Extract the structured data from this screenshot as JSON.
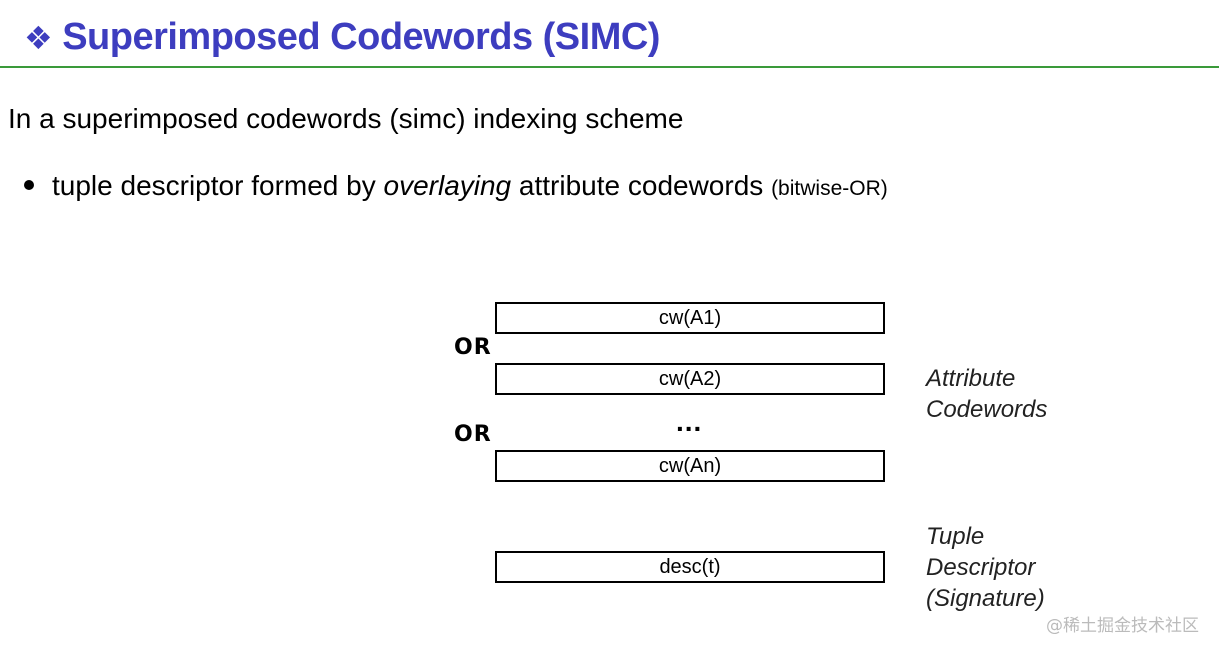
{
  "slide": {
    "title_icon": "❖",
    "title": "Superimposed Codewords (SIMC)",
    "intro": "In a superimposed codewords (simc) indexing scheme",
    "bullet": {
      "pre": "tuple descriptor formed by ",
      "emph": "overlaying",
      "post": " attribute codewords ",
      "note": "(bitwise-OR)"
    }
  },
  "diagram": {
    "boxes": {
      "a1": "cw(A1)",
      "a2": "cw(A2)",
      "an": "cw(An)",
      "desc": "desc(t)"
    },
    "or_1": "OR",
    "or_2": "OR",
    "ellipsis": "...",
    "attribute_label_1": "Attribute",
    "attribute_label_2": "Codewords",
    "tuple_label_1": "Tuple",
    "tuple_label_2": "Descriptor",
    "tuple_label_3": "(Signature)"
  },
  "watermark": "@稀土掘金技术社区",
  "colors": {
    "title": "#3d3dbf",
    "rule": "#3a9a3a"
  }
}
